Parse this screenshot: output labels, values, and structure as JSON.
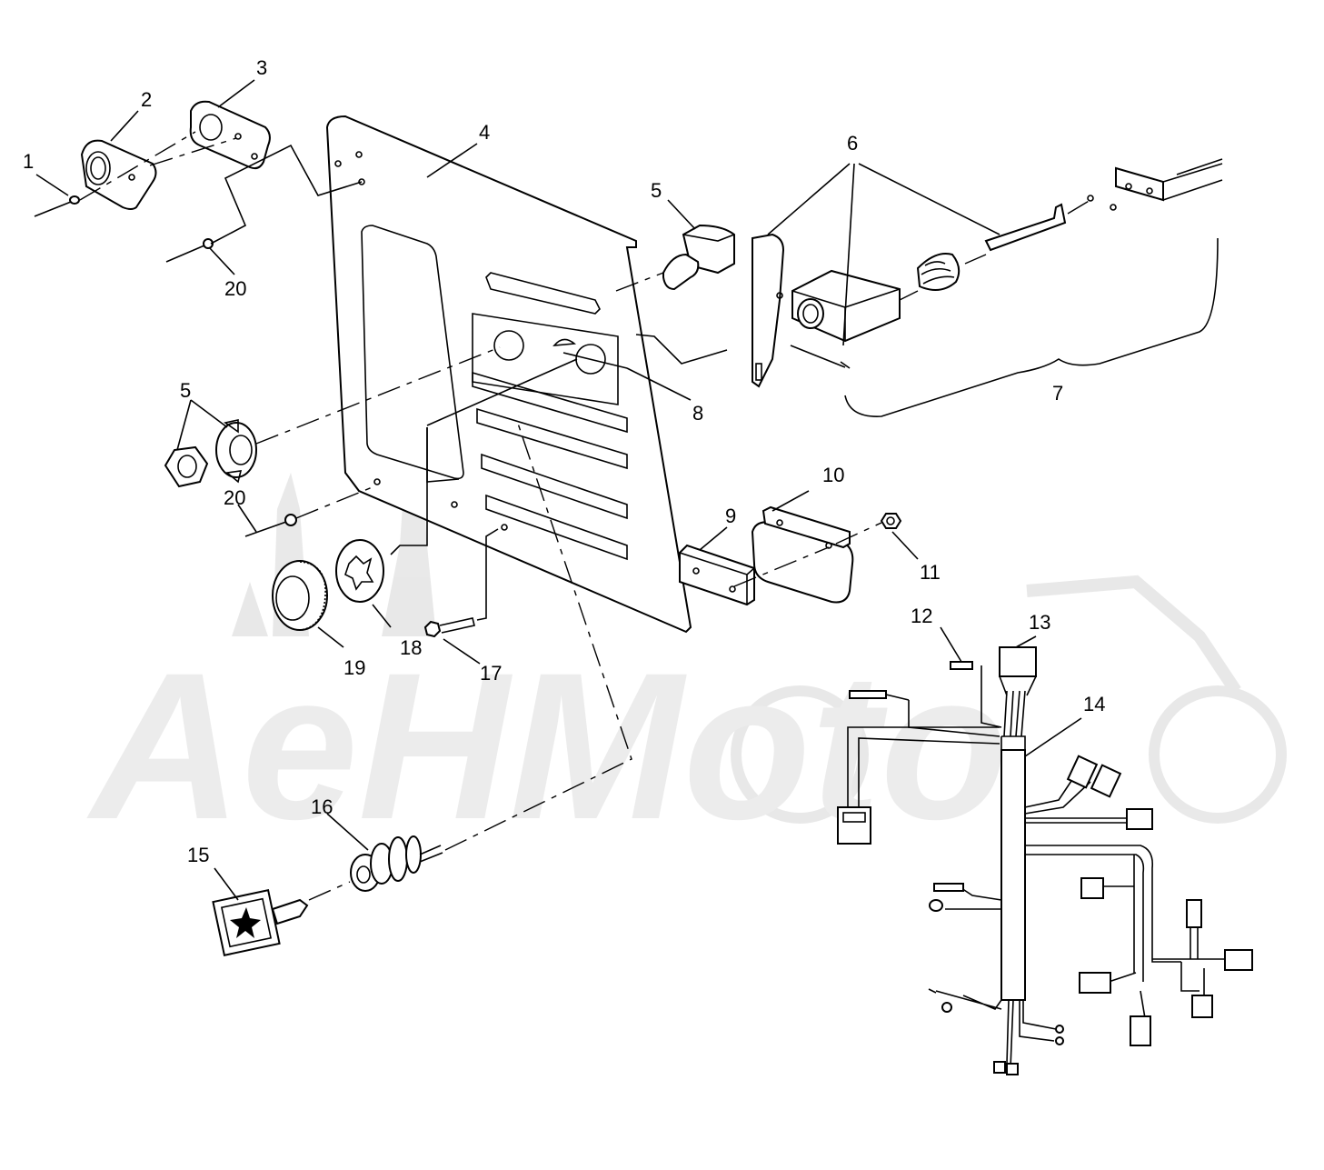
{
  "watermark": {
    "text": "AeHMoto"
  },
  "callouts": [
    {
      "id": "c1",
      "label": "1"
    },
    {
      "id": "c2",
      "label": "2"
    },
    {
      "id": "c3",
      "label": "3"
    },
    {
      "id": "c4",
      "label": "4"
    },
    {
      "id": "c5a",
      "label": "5"
    },
    {
      "id": "c5b",
      "label": "5"
    },
    {
      "id": "c6",
      "label": "6"
    },
    {
      "id": "c7",
      "label": "7"
    },
    {
      "id": "c8",
      "label": "8"
    },
    {
      "id": "c9",
      "label": "9"
    },
    {
      "id": "c10",
      "label": "10"
    },
    {
      "id": "c11",
      "label": "11"
    },
    {
      "id": "c12",
      "label": "12"
    },
    {
      "id": "c13",
      "label": "13"
    },
    {
      "id": "c14",
      "label": "14"
    },
    {
      "id": "c15",
      "label": "15"
    },
    {
      "id": "c16",
      "label": "16"
    },
    {
      "id": "c17",
      "label": "17"
    },
    {
      "id": "c18",
      "label": "18"
    },
    {
      "id": "c19",
      "label": "19"
    },
    {
      "id": "c20a",
      "label": "20"
    },
    {
      "id": "c20b",
      "label": "20"
    }
  ]
}
